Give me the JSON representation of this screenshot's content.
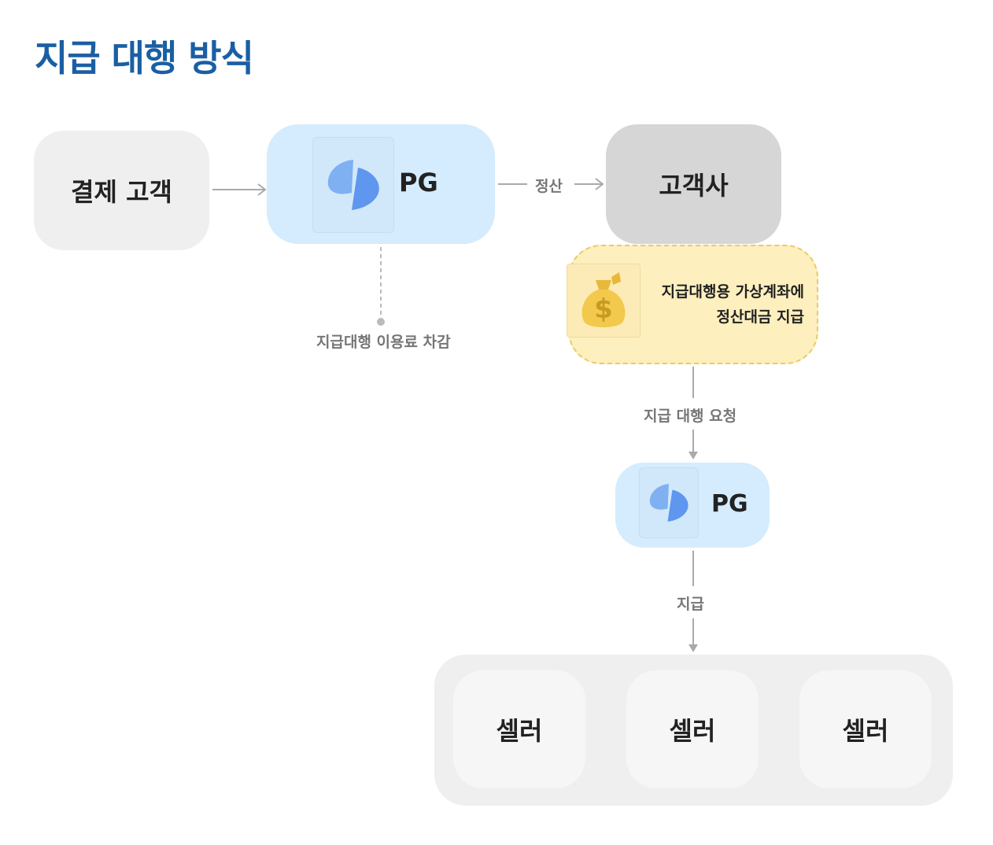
{
  "title": "지급 대행 방식",
  "nodes": {
    "customer": "결제 고객",
    "pg_main": "PG",
    "client": "고객사",
    "virtual_line1": "지급대행용 가상계좌에",
    "virtual_line2": "정산대금 지급",
    "pg_small": "PG",
    "sellers": [
      "셀러",
      "셀러",
      "셀러"
    ]
  },
  "labels": {
    "settlement": "정산",
    "fee": "지급대행 이용료 차감",
    "request": "지급 대행 요청",
    "pay": "지급"
  },
  "icons": {
    "pg_logo": "pg-logo-icon",
    "money_bag": "money-bag-icon"
  },
  "colors": {
    "title": "#1a5fa3",
    "pg_bg": "#d4ecfd",
    "virtual_bg": "#fdefbe",
    "client_bg": "#d6d6d6",
    "neutral_bg": "#efefef"
  }
}
